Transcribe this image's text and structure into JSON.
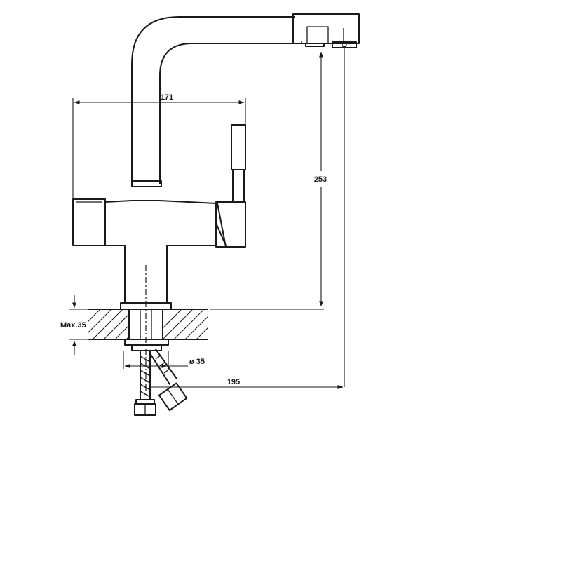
{
  "dimensions": {
    "width": "171",
    "height": "253",
    "reach": "195",
    "hole_diameter": "ø 35",
    "max_thickness": "Max.35"
  },
  "colors": {
    "line": "#1a1a1a",
    "background": "#ffffff"
  }
}
